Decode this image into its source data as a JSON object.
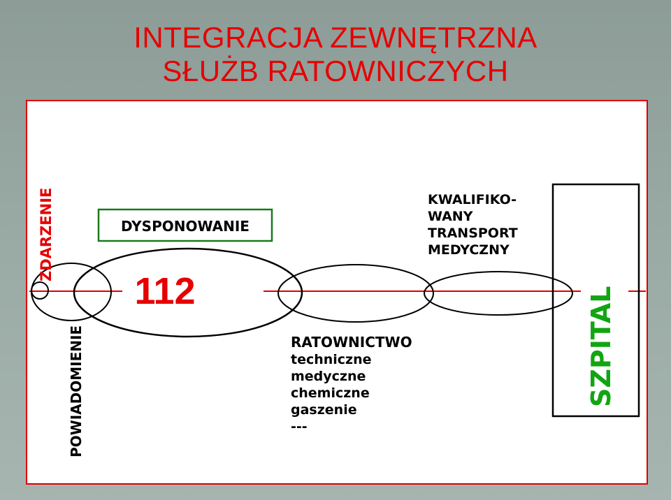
{
  "title": {
    "line1": "INTEGRACJA ZEWNĘTRZNA",
    "line2": "SŁUŻB RATOWNICZYCH"
  },
  "diagram": {
    "zdarzenie": "ZDARZENIE",
    "powiadomienie": "POWIADOMIENIE",
    "dysponowanie": "DYSPONOWANIE",
    "number": "112",
    "ratownictwo": {
      "heading": "RATOWNICTWO",
      "items": [
        "techniczne",
        "medyczne",
        "chemiczne",
        "gaszenie",
        "---"
      ]
    },
    "transport": [
      "KWALIFIKO-",
      "WANY",
      "TRANSPORT",
      "MEDYCZNY"
    ],
    "szpital": "SZPITAL"
  },
  "colors": {
    "title": "#e60000",
    "red_line": "#e00000",
    "green_box": "#1a7a1a",
    "szpital_text": "#12a512",
    "number": "#e60000"
  }
}
